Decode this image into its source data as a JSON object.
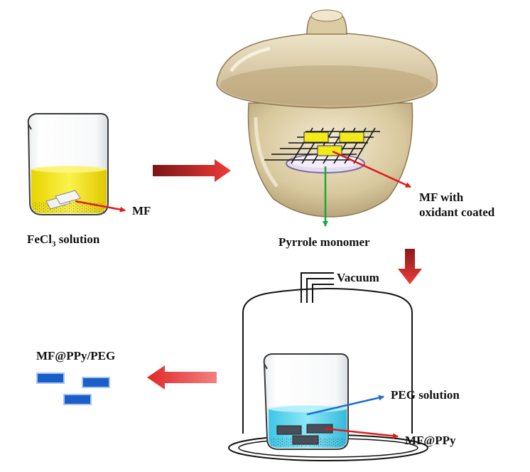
{
  "labels": {
    "mf": "MF",
    "fecl_prefix": "FeCl",
    "fecl_sub": "3",
    "fecl_suffix": " solution",
    "mf_coated_line1": "MF with",
    "mf_coated_line2": "oxidant coated",
    "pyrrole": "Pyrrole monomer",
    "vacuum": "Vacuum",
    "peg_solution": "PEG solution",
    "mf_ppy": "MF@PPy",
    "product": "MF@PPy/PEG"
  },
  "colors": {
    "fecl3_solution": "#f2e01a",
    "mf_sheet": "#e8e8e8",
    "oxidant_coated_sheet": "#f2ea1a",
    "desiccator_glass": "#d9c9a0",
    "peg_solution": "#5fd6ee",
    "ppy_sheet": "#4a4e58",
    "product_sheet": "#1a5fc8",
    "process_arrow": "#c83232",
    "pointer_red": "#e01818",
    "pointer_green": "#18a83a",
    "pointer_blue": "#1c6fd0"
  }
}
